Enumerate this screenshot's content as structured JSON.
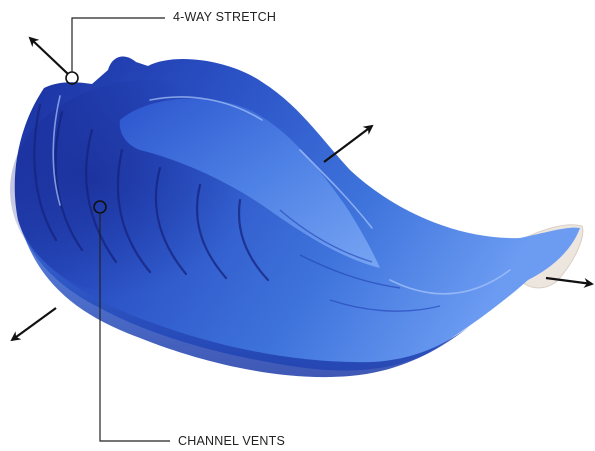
{
  "figure": {
    "subject": "blue padded cycling chamois",
    "callouts": [
      {
        "id": "stretch",
        "text": "4-WAY STRETCH"
      },
      {
        "id": "vents",
        "text": "CHANNEL VENTS"
      }
    ],
    "colors": {
      "pad_dark": "#1a2f9e",
      "pad_mid": "#2f5fd0",
      "pad_light": "#5d8ff0",
      "pad_highlight": "#8fb4f7",
      "underside": "#ece6de",
      "line": "#222222"
    }
  }
}
